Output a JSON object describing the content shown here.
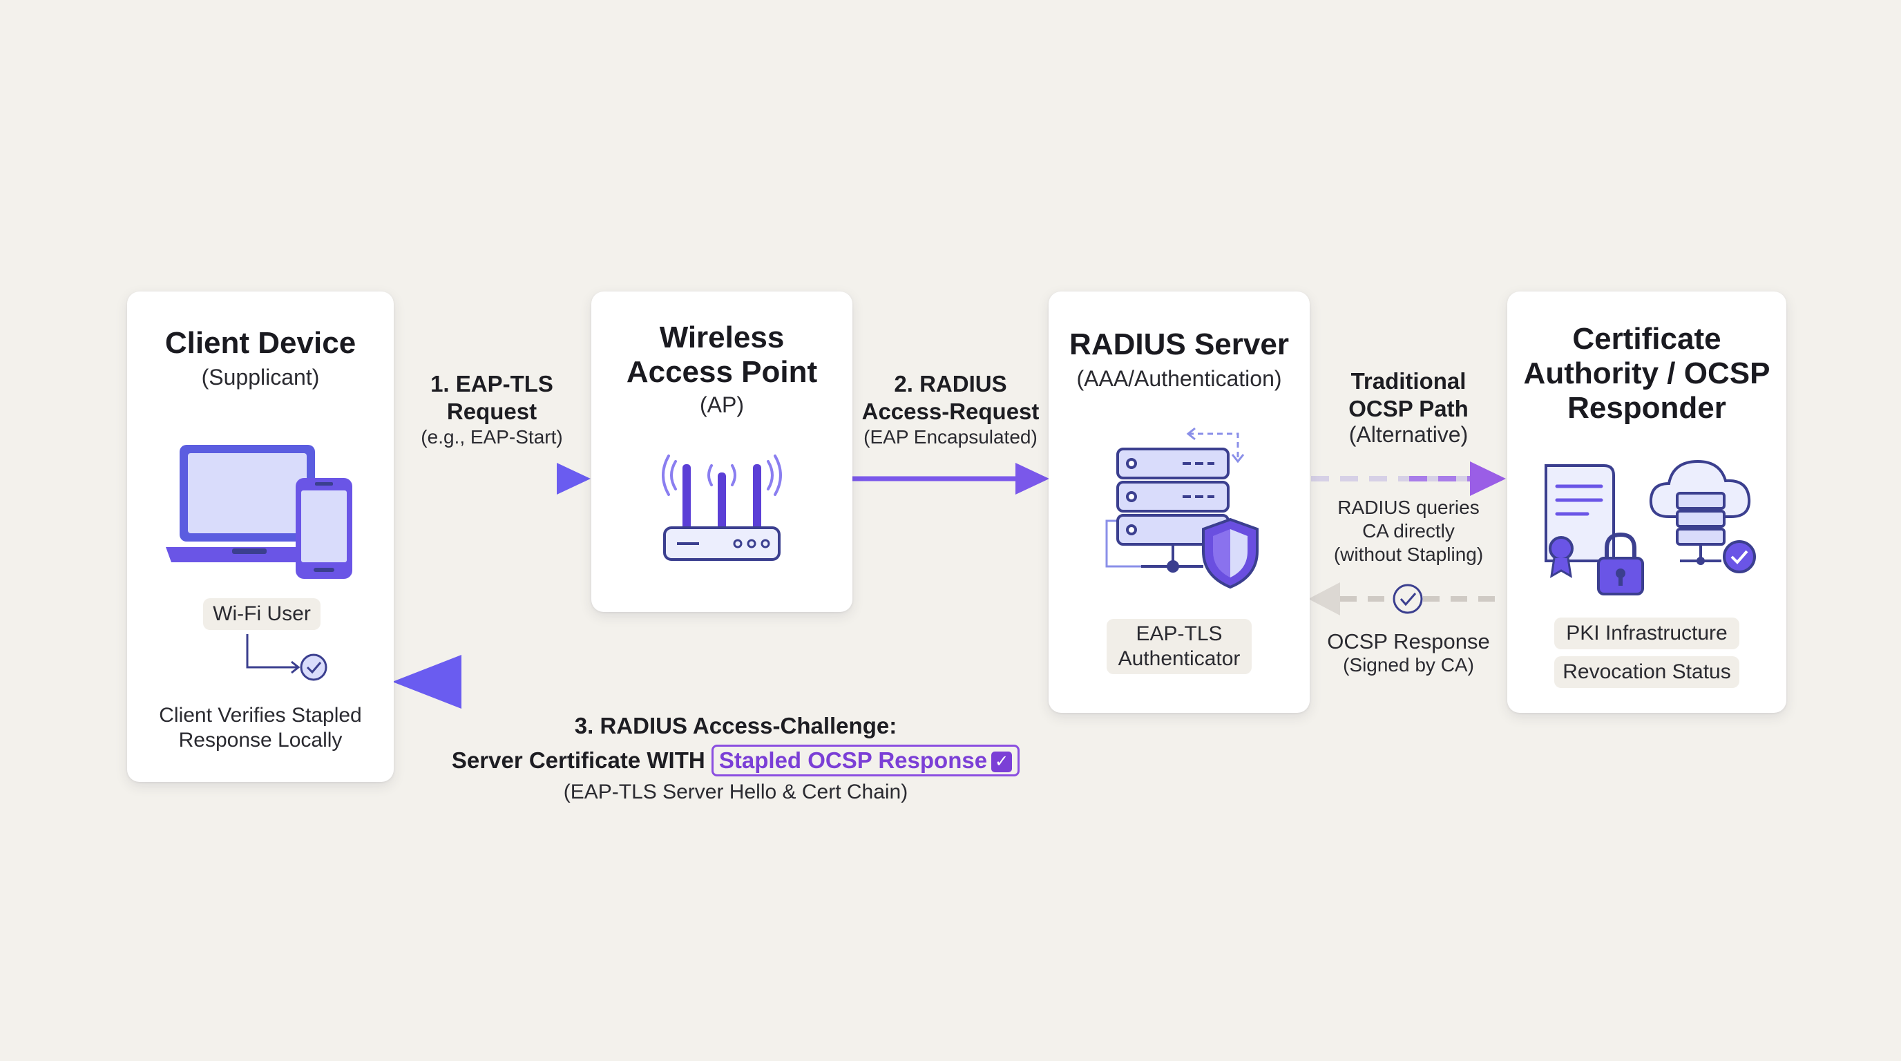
{
  "nodes": {
    "client": {
      "title": "Client Device",
      "subtitle": "(Supplicant)",
      "badge": "Wi-Fi User",
      "note_line1": "Client Verifies Stapled",
      "note_line2": "Response Locally"
    },
    "ap": {
      "title_line1": "Wireless",
      "title_line2": "Access Point",
      "subtitle": "(AP)"
    },
    "radius": {
      "title": "RADIUS Server",
      "subtitle": "(AAA/Authentication)",
      "badge_line1": "EAP-TLS",
      "badge_line2": "Authenticator"
    },
    "ca": {
      "title_line1": "Certificate",
      "title_line2": "Authority / OCSP",
      "title_line3": "Responder",
      "badge1": "PKI Infrastructure",
      "badge2": "Revocation Status"
    }
  },
  "flows": {
    "step1": {
      "line1": "1. EAP-TLS",
      "line2": "Request",
      "detail": "(e.g., EAP-Start)"
    },
    "step2": {
      "line1": "2. RADIUS",
      "line2": "Access-Request",
      "detail": "(EAP Encapsulated)"
    },
    "step3": {
      "line1": "3. RADIUS Access-Challenge:",
      "line2_prefix": "Server Certificate WITH",
      "line2_highlight": "Stapled OCSP Response",
      "detail": "(EAP-TLS Server Hello & Cert Chain)"
    },
    "ocsp_path": {
      "line1": "Traditional",
      "line2": "OCSP Path",
      "line3": "(Alternative)",
      "note1": "RADIUS queries",
      "note2": "CA directly",
      "note3": "(without Stapling)"
    },
    "ocsp_response": {
      "line1": "OCSP Response",
      "line2": "(Signed by CA)"
    }
  },
  "colors": {
    "arrow_blue": "#6a63ef",
    "arrow_purple": "#8a4ee0",
    "icon_stroke": "#3b3f8f",
    "icon_fill": "#d9dcfb",
    "dashed_gray": "#cfcac4"
  },
  "icons": [
    "laptop-icon",
    "phone-icon",
    "router-icon",
    "server-icon",
    "shield-icon",
    "certificate-icon",
    "padlock-icon",
    "cloud-server-icon",
    "check-circle-icon"
  ]
}
